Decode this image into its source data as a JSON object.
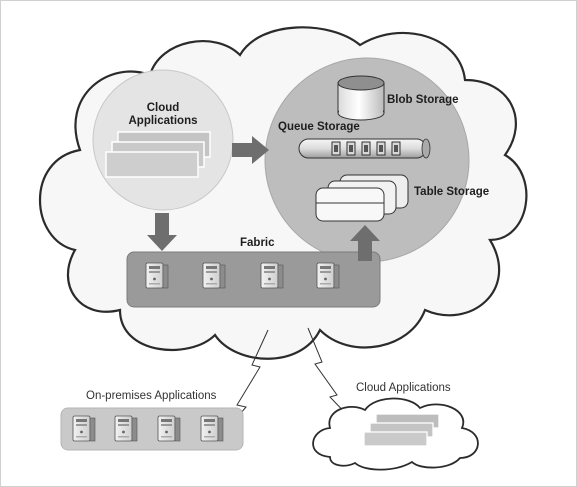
{
  "labels": {
    "cloud_applications_main": "Cloud\nApplications",
    "blob_storage": "Blob Storage",
    "queue_storage": "Queue Storage",
    "table_storage": "Table Storage",
    "fabric": "Fabric",
    "on_premises_applications": "On-premises Applications",
    "cloud_applications_external": "Cloud Applications"
  },
  "colors": {
    "cloud_fill": "#f7f7f7",
    "cloud_stroke": "#2b2b2b",
    "apps_circle": "#e4e4e4",
    "storage_circle": "#bdbdbd",
    "fabric_bar": "#9a9a9a",
    "arrow": "#6e6e6e",
    "panel": "#c9c9c9"
  }
}
